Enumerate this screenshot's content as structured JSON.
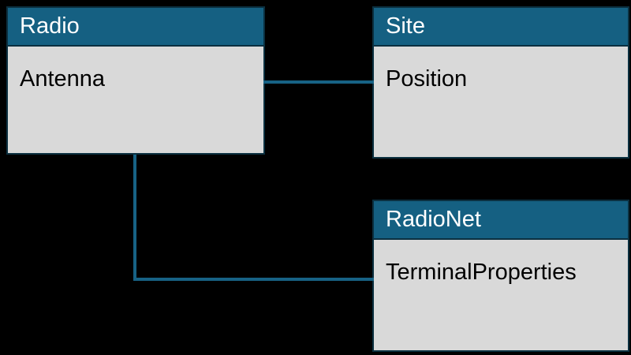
{
  "colors": {
    "background": "#000000",
    "header_bg": "#156082",
    "border": "#0b3040",
    "body_bg": "#d9d9d9",
    "header_text": "#ffffff",
    "body_text": "#000000",
    "connector": "#176285"
  },
  "nodes": [
    {
      "id": "radio",
      "title": "Radio",
      "attribute": "Antenna"
    },
    {
      "id": "site",
      "title": "Site",
      "attribute": "Position"
    },
    {
      "id": "radionet",
      "title": "RadioNet",
      "attribute": "TerminalProperties"
    }
  ],
  "connections": [
    {
      "from": "Radio",
      "to": "Site",
      "style": "horizontal-line"
    },
    {
      "from": "Radio",
      "to": "RadioNet",
      "style": "elbow-line"
    }
  ]
}
